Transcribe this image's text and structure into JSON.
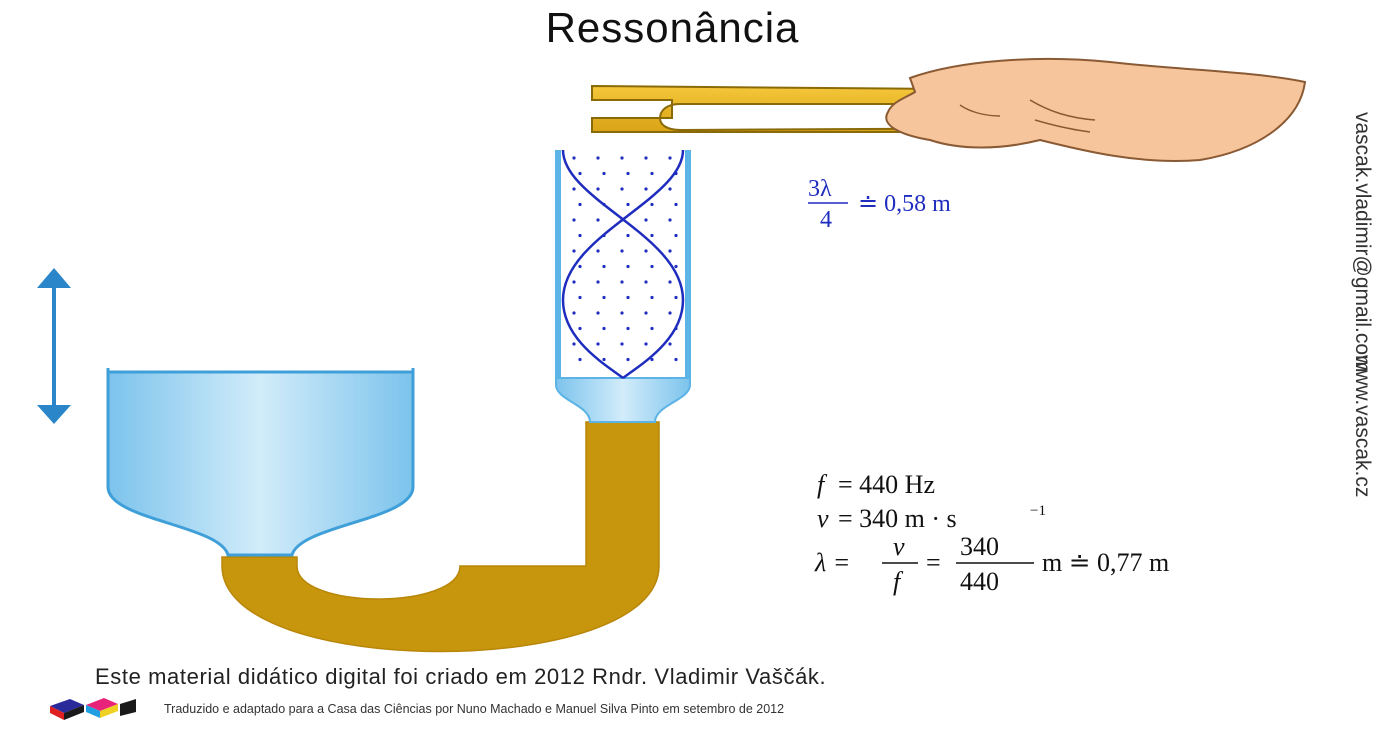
{
  "title": "Ressonância",
  "formula_top": {
    "numerator": "3λ",
    "denominator": "4",
    "result": "≐ 0,58 m"
  },
  "formulas": {
    "frequency_lhs": "f",
    "frequency_rhs": "= 440 Hz",
    "speed_lhs": "v",
    "speed_rhs": "= 340 m · s",
    "speed_exp": "−1",
    "lambda_lhs": "λ =",
    "lambda_frac1_num": "v",
    "lambda_frac1_den": "f",
    "lambda_eq": "=",
    "lambda_frac2_num": "340",
    "lambda_frac2_den": "440",
    "lambda_result": "m ≐ 0,77 m"
  },
  "side_text": {
    "email": "vascak.vladimir@gmail.com",
    "website": "www.vascak.cz"
  },
  "credits": {
    "line1": "Este material didático digital foi criado em 2012 Rndr. Vladimir Vaščák.",
    "line2": "Traduzido e adaptado para a Casa das Ciências por Nuno Machado e Manuel Silva Pinto em setembro de 2012"
  },
  "colors": {
    "water": "#9fd4f2",
    "water_light": "#d8effb",
    "tube_outline": "#4aa8e0",
    "brass": "#c8960c",
    "wave": "#1f2dbf",
    "arrow": "#2a86c8",
    "skin": "#f6c59b"
  },
  "icons": {
    "arrow": "double-headed-vertical-arrow-icon",
    "logo": "casa-das-ciencias-logo-icon"
  }
}
